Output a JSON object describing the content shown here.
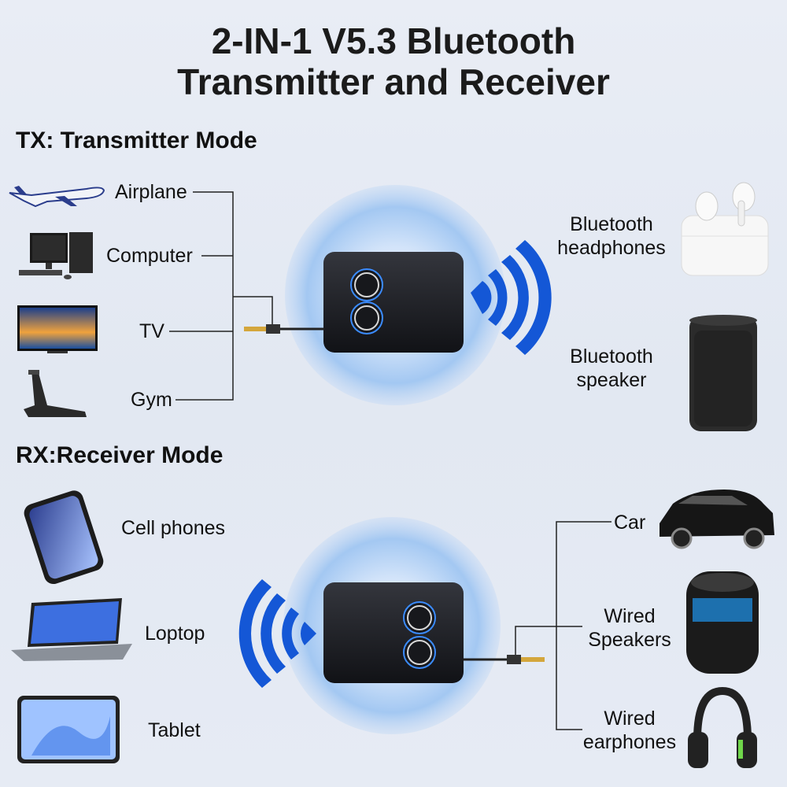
{
  "title": {
    "line1": "2-IN-1 V5.3 Bluetooth",
    "line2": "Transmitter and Receiver"
  },
  "tx": {
    "heading": "TX: Transmitter Mode",
    "sources": [
      "Airplane",
      "Computer",
      "TV",
      "Gym"
    ],
    "outputs": [
      {
        "line1": "Bluetooth",
        "line2": "headphones"
      },
      {
        "line1": "Bluetooth",
        "line2": "speaker"
      }
    ]
  },
  "rx": {
    "heading": "RX:Receiver Mode",
    "sources": [
      "Cell phones",
      "Loptop",
      "Tablet"
    ],
    "outputs": [
      {
        "line1": "Car",
        "line2": ""
      },
      {
        "line1": "Wired",
        "line2": "Speakers"
      },
      {
        "line1": "Wired",
        "line2": "earphones"
      }
    ]
  },
  "colors": {
    "accent": "#1a73e8",
    "wave": "#1457d6",
    "device": "#1c1d22",
    "glow": "#7fb2ee"
  }
}
